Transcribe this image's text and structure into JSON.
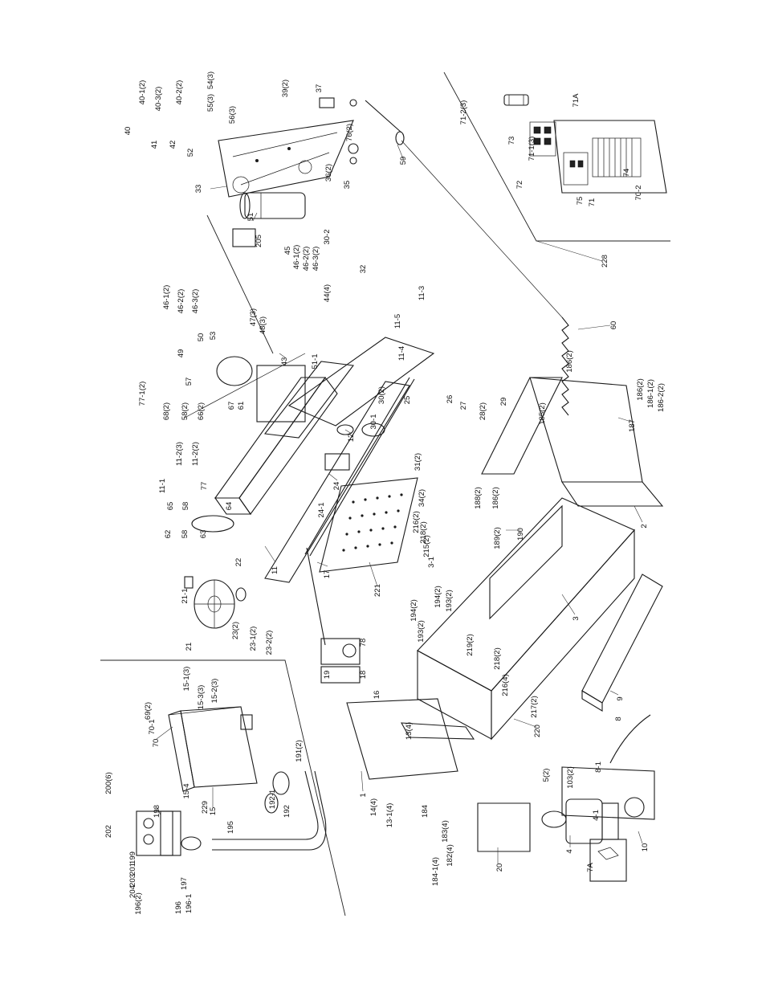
{
  "parts": [
    {
      "id": "c-40-1-2",
      "text": "40-1(2)"
    },
    {
      "id": "c-40-3-2",
      "text": "40-3(2)"
    },
    {
      "id": "c-40-2-2",
      "text": "40-2(2)"
    },
    {
      "id": "c-54-3",
      "text": "54(3)"
    },
    {
      "id": "c-55-3",
      "text": "55(3)"
    },
    {
      "id": "c-56-3",
      "text": "56(3)"
    },
    {
      "id": "c-39-2",
      "text": "39(2)"
    },
    {
      "id": "c-37",
      "text": "37"
    },
    {
      "id": "c-40",
      "text": "40"
    },
    {
      "id": "c-41",
      "text": "41"
    },
    {
      "id": "c-42",
      "text": "42"
    },
    {
      "id": "c-52",
      "text": "52"
    },
    {
      "id": "c-33",
      "text": "33"
    },
    {
      "id": "c-51",
      "text": "51"
    },
    {
      "id": "c-205",
      "text": "205"
    },
    {
      "id": "c-36-2",
      "text": "36(2)"
    },
    {
      "id": "c-35",
      "text": "35"
    },
    {
      "id": "c-76-2",
      "text": "76(2)"
    },
    {
      "id": "c-59",
      "text": "59"
    },
    {
      "id": "c-30-2",
      "text": "30-2"
    },
    {
      "id": "c-32",
      "text": "32"
    },
    {
      "id": "c-45",
      "text": "45"
    },
    {
      "id": "c-46-1-2a",
      "text": "46-1(2)"
    },
    {
      "id": "c-46-2-2a",
      "text": "46-2(2)"
    },
    {
      "id": "c-46-3-2a",
      "text": "46-3(2)"
    },
    {
      "id": "c-44-4",
      "text": "44(4)"
    },
    {
      "id": "c-46-1-2b",
      "text": "46-1(2)"
    },
    {
      "id": "c-46-2-2b",
      "text": "46-2(2)"
    },
    {
      "id": "c-46-3-2b",
      "text": "46-3(2)"
    },
    {
      "id": "c-53",
      "text": "53"
    },
    {
      "id": "c-50",
      "text": "50"
    },
    {
      "id": "c-47-3",
      "text": "47(3)"
    },
    {
      "id": "c-48-3",
      "text": "48(3)"
    },
    {
      "id": "c-49",
      "text": "49"
    },
    {
      "id": "c-43",
      "text": "43"
    },
    {
      "id": "c-51-1",
      "text": "51-1"
    },
    {
      "id": "c-11-3",
      "text": "11-3"
    },
    {
      "id": "c-11-5",
      "text": "11-5"
    },
    {
      "id": "c-11-4",
      "text": "11-4"
    },
    {
      "id": "c-57",
      "text": "57"
    },
    {
      "id": "c-77-1-2",
      "text": "77-1(2)"
    },
    {
      "id": "c-68-2",
      "text": "68(2)"
    },
    {
      "id": "c-58-2",
      "text": "58(2)"
    },
    {
      "id": "c-66-2",
      "text": "66(2)"
    },
    {
      "id": "c-61",
      "text": "61"
    },
    {
      "id": "c-67",
      "text": "67"
    },
    {
      "id": "c-30-1-2",
      "text": "30(2)"
    },
    {
      "id": "c-25",
      "text": "25"
    },
    {
      "id": "c-26",
      "text": "26"
    },
    {
      "id": "c-27",
      "text": "27"
    },
    {
      "id": "c-28-2",
      "text": "28(2)"
    },
    {
      "id": "c-29",
      "text": "29"
    },
    {
      "id": "c-30-1",
      "text": "30-1"
    },
    {
      "id": "c-12",
      "text": "12"
    },
    {
      "id": "c-11-2-3",
      "text": "11-2(3)"
    },
    {
      "id": "c-11-2",
      "text": "11-2(2)"
    },
    {
      "id": "c-11-1",
      "text": "11-1"
    },
    {
      "id": "c-77",
      "text": "77"
    },
    {
      "id": "c-65",
      "text": "65"
    },
    {
      "id": "c-58",
      "text": "58"
    },
    {
      "id": "c-64",
      "text": "64"
    },
    {
      "id": "c-62",
      "text": "62"
    },
    {
      "id": "c-58b",
      "text": "58"
    },
    {
      "id": "c-63",
      "text": "63"
    },
    {
      "id": "c-22",
      "text": "22"
    },
    {
      "id": "c-21-1",
      "text": "21-1"
    },
    {
      "id": "c-21",
      "text": "21"
    },
    {
      "id": "c-23-2",
      "text": "23(2)"
    },
    {
      "id": "c-23-1-2",
      "text": "23-1(2)"
    },
    {
      "id": "c-23-2-2",
      "text": "23-2(2)"
    },
    {
      "id": "c-11",
      "text": "11"
    },
    {
      "id": "c-24",
      "text": "24"
    },
    {
      "id": "c-24-1",
      "text": "24-1"
    },
    {
      "id": "c-31-2",
      "text": "31(2)"
    },
    {
      "id": "c-34-2",
      "text": "34(2)"
    },
    {
      "id": "c-216-2",
      "text": "216(2)"
    },
    {
      "id": "c-218-2",
      "text": "218(2)"
    },
    {
      "id": "c-215-2",
      "text": "215(2)"
    },
    {
      "id": "c-221",
      "text": "221"
    },
    {
      "id": "c-17",
      "text": "17"
    },
    {
      "id": "c-78",
      "text": "78"
    },
    {
      "id": "c-19",
      "text": "19"
    },
    {
      "id": "c-18",
      "text": "18"
    },
    {
      "id": "c-16",
      "text": "16"
    },
    {
      "id": "c-3-1",
      "text": "3-1"
    },
    {
      "id": "c-194-2a",
      "text": "194(2)"
    },
    {
      "id": "c-193-2a",
      "text": "193(2)"
    },
    {
      "id": "c-194-2b",
      "text": "194(2)"
    },
    {
      "id": "c-193-2b",
      "text": "193(2)"
    },
    {
      "id": "c-219-2",
      "text": "219(2)"
    },
    {
      "id": "c-218-2b",
      "text": "218(2)"
    },
    {
      "id": "c-216-4",
      "text": "216(4)"
    },
    {
      "id": "c-217-2",
      "text": "217(2)"
    },
    {
      "id": "c-220",
      "text": "220"
    },
    {
      "id": "c-3",
      "text": "3"
    },
    {
      "id": "c-190",
      "text": "190"
    },
    {
      "id": "c-189-2",
      "text": "189(2)"
    },
    {
      "id": "c-188-2",
      "text": "188(2)"
    },
    {
      "id": "c-186-2a",
      "text": "186(2)"
    },
    {
      "id": "c-185-2",
      "text": "185(2)"
    },
    {
      "id": "c-186-2b",
      "text": "186(2)"
    },
    {
      "id": "c-187",
      "text": "187"
    },
    {
      "id": "c-186-2c",
      "text": "186(2)"
    },
    {
      "id": "c-186-1-2",
      "text": "186-1(2)"
    },
    {
      "id": "c-186-2-2",
      "text": "186-2(2)"
    },
    {
      "id": "c-60",
      "text": "60"
    },
    {
      "id": "c-2",
      "text": "2"
    },
    {
      "id": "c-9",
      "text": "9"
    },
    {
      "id": "c-8",
      "text": "8"
    },
    {
      "id": "c-8-1",
      "text": "8-1"
    },
    {
      "id": "c-4-1",
      "text": "4-1"
    },
    {
      "id": "c-10",
      "text": "10"
    },
    {
      "id": "c-103-2",
      "text": "103(2)"
    },
    {
      "id": "c-5-2",
      "text": "5(2)"
    },
    {
      "id": "c-4",
      "text": "4"
    },
    {
      "id": "c-7a",
      "text": "7A"
    },
    {
      "id": "c-13-4",
      "text": "13(4)"
    },
    {
      "id": "c-1",
      "text": "1"
    },
    {
      "id": "c-14-4",
      "text": "14(4)"
    },
    {
      "id": "c-13-1-4",
      "text": "13-1(4)"
    },
    {
      "id": "c-184",
      "text": "184"
    },
    {
      "id": "c-183-4",
      "text": "183(4)"
    },
    {
      "id": "c-182-4",
      "text": "182(4)"
    },
    {
      "id": "c-184-1-4",
      "text": "184-1(4)"
    },
    {
      "id": "c-20",
      "text": "20"
    },
    {
      "id": "c-15-1-3",
      "text": "15-1(3)"
    },
    {
      "id": "c-15-3-3",
      "text": "15-3(3)"
    },
    {
      "id": "c-15-2-3",
      "text": "15-2(3)"
    },
    {
      "id": "c-69-2",
      "text": "69(2)"
    },
    {
      "id": "c-70-1",
      "text": "70-1"
    },
    {
      "id": "c-70",
      "text": "70"
    },
    {
      "id": "c-191-2",
      "text": "191(2)"
    },
    {
      "id": "c-200-6",
      "text": "200(6)"
    },
    {
      "id": "c-198",
      "text": "198"
    },
    {
      "id": "c-202",
      "text": "202"
    },
    {
      "id": "c-199",
      "text": "199"
    },
    {
      "id": "c-201",
      "text": "201"
    },
    {
      "id": "c-203",
      "text": "203"
    },
    {
      "id": "c-204",
      "text": "204"
    },
    {
      "id": "c-196-2",
      "text": "196(2)"
    },
    {
      "id": "c-15-4",
      "text": "15-4"
    },
    {
      "id": "c-229",
      "text": "229"
    },
    {
      "id": "c-15",
      "text": "15"
    },
    {
      "id": "c-195",
      "text": "195"
    },
    {
      "id": "c-192-1",
      "text": "192-1"
    },
    {
      "id": "c-192",
      "text": "192"
    },
    {
      "id": "c-197",
      "text": "197"
    },
    {
      "id": "c-196",
      "text": "196"
    },
    {
      "id": "c-196-1",
      "text": "196-1"
    },
    {
      "id": "c-71-2-3",
      "text": "71-2(3)"
    },
    {
      "id": "c-71a",
      "text": "71A"
    },
    {
      "id": "c-73",
      "text": "73"
    },
    {
      "id": "c-71-1-3",
      "text": "71-1(3)"
    },
    {
      "id": "c-72",
      "text": "72"
    },
    {
      "id": "c-75",
      "text": "75"
    },
    {
      "id": "c-71",
      "text": "71"
    },
    {
      "id": "c-74",
      "text": "74"
    },
    {
      "id": "c-70-2",
      "text": "70-2"
    },
    {
      "id": "c-228",
      "text": "228"
    }
  ]
}
